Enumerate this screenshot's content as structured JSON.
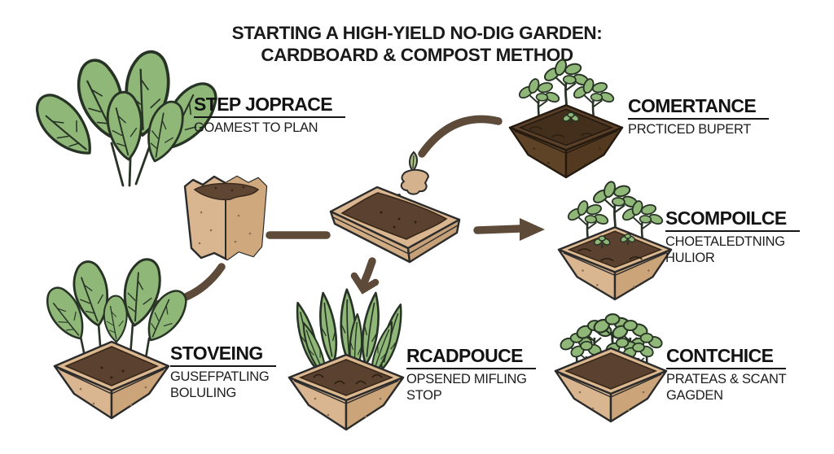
{
  "title": {
    "line1": "STARTING A HIGH-YIELD NO-DIG GARDEN:",
    "line2": "CARDBOARD & COMPOST METHOD"
  },
  "steps": [
    {
      "heading": "STEP JOPRACE",
      "subs": [
        "GOAMEST TO PLAN"
      ]
    },
    {
      "heading": "COMERTANCE",
      "subs": [
        "PRCTICED BUPERT"
      ]
    },
    {
      "heading": "SCOMPOILCE",
      "subs": [
        "CHOETALEDTNING",
        "HULIOR"
      ]
    },
    {
      "heading": "STOVEING",
      "subs": [
        "GUSEFPATLING",
        "BOLULING"
      ]
    },
    {
      "heading": "RCADPOUCE",
      "subs": [
        "OPSENED MIFLING",
        "STOP"
      ]
    },
    {
      "heading": "CONTCHICE",
      "subs": [
        "PRATEAS & SCANT",
        "GAGDEN"
      ]
    }
  ],
  "illustrations": [
    {
      "name": "spinach-bunch-illustration"
    },
    {
      "name": "paper-pot-illustration"
    },
    {
      "name": "compost-tray-hand-illustration"
    },
    {
      "name": "dark-planter-seedlings-illustration"
    },
    {
      "name": "tan-planter-seedlings-illustration"
    },
    {
      "name": "leafy-greens-planter-illustration"
    },
    {
      "name": "blade-leaf-planter-illustration"
    },
    {
      "name": "round-seedling-planter-illustration"
    }
  ],
  "colors": {
    "leaf_green": "#8fb778",
    "cardboard_tan": "#d9b68f",
    "soil_brown": "#5a4130",
    "dark_pot_brown": "#5e4327",
    "arrow_brown": "#5d4a39",
    "text": "#161616",
    "background": "#ffffff"
  }
}
